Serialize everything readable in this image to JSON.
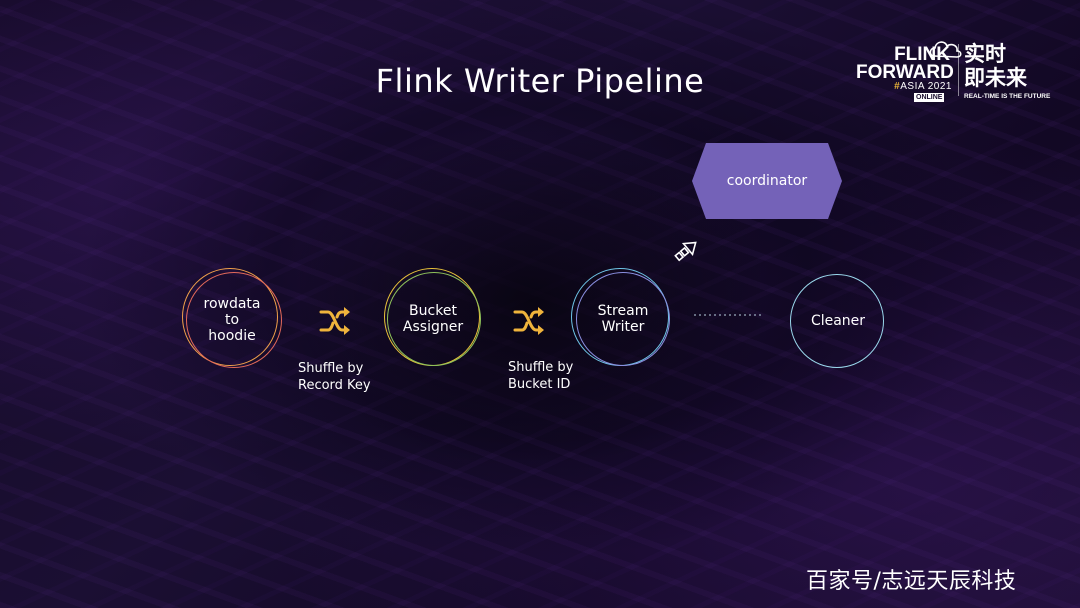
{
  "slide": {
    "title": "Flink Writer Pipeline"
  },
  "logo": {
    "line1": "FLINK",
    "line2": "FORWARD",
    "hash": "#",
    "edition": "ASIA 2021",
    "online": "ONLINE",
    "cn_line1": "实时",
    "cn_line2": "即未来",
    "tagline": "REAL-TIME IS THE FUTURE"
  },
  "nodes": {
    "rowdata": {
      "line1": "rowdata",
      "line2": "to",
      "line3": "hoodie",
      "ring_color": "#f0a04b"
    },
    "bucket_assigner": {
      "line1": "Bucket",
      "line2": "Assigner",
      "ring_color": "#e8c23a"
    },
    "stream_writer": {
      "line1": "Stream",
      "line2": "Writer",
      "ring_color": "#6fc6e8"
    },
    "cleaner": {
      "line1": "Cleaner",
      "ring_color": "#9ad8ec"
    },
    "coordinator": {
      "label": "coordinator",
      "fill_color": "#7462b8"
    }
  },
  "edges": {
    "shuffle1": {
      "line1": "Shuffle by",
      "line2": "Record Key"
    },
    "shuffle2": {
      "line1": "Shuffle by",
      "line2": "Bucket ID"
    }
  },
  "icons": {
    "shuffle": "shuffle-icon",
    "arrow": "up-right-arrow-icon",
    "color": "#f0b43c"
  },
  "watermark": {
    "text": "百家号/志远天辰科技"
  }
}
